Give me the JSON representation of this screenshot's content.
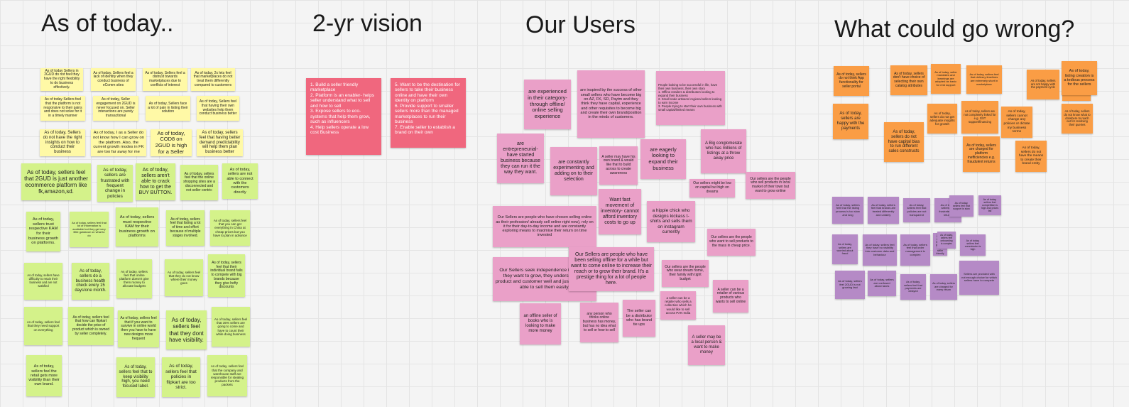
{
  "headers": {
    "today": "As of today..",
    "vision": "2-yr vision",
    "users": "Our Users",
    "wrong": "What could go wrong?"
  },
  "colors": {
    "yellow": "#fff9a6",
    "green": "#d4f28a",
    "red": "#f0677e",
    "pink": "#eaa0c8",
    "orange": "#fa9d45",
    "purple": "#b58ac6"
  },
  "today_notes": [
    "As of today Sellers in 2GUD do not feel they have the right flexibility to do business effectively.",
    "As of today, Sellers feel a lack of identity when they conduct business of eComm sites",
    "As of today, Sellers feel a distrust towards marketplaces due to conflicts of interest",
    "As of today, 2x lets feel that marketplaces do not treat them differently compared to customers",
    "As of today Sellers feel that the platform is not responsive to their pains and does not solve for it in a timely manner",
    "As of today, Seller engagement on 2GUD is never focused on. Seller interactions are purely transactional",
    "As of today, Sellers face a lot of pain in listing their solution",
    "As of today, Sellers feel that having their own websites help them conduct business better",
    "As of today, Sellers do not have the right insights on how to conduct their business",
    "As of today, I as a Seller do not know how I can grow on the platform. Also, the current growth modes in FK are too far away for me",
    "As of today, COD8 on 2GUD is high for a Seller",
    "As of today, sellers feel that having better demand predictability will help them plan business better",
    "As of today, sellers feel that 2GUD is just another ecommerce platform like fk,amazon,sd.",
    "As of today, sellers are frustrated with frequent change in policies",
    "As of today, sellers aren't able to crack how to get the BUY BUTTON.",
    "As of today, sellers feel that the online shopping sites are a disconnected and not seller centric",
    "As of today, sellers are not able to connect with the customers directly",
    "As of today, sellers trust respective KAM for their business growth on platforms.",
    "As of today, sellers feel that lot of information is available but they get very little guidance on what to do",
    "As of today, sellers must respective KAM for their business growth on platforms",
    "As of today, sellers feel that listing a lot of time and effort because of multiple stages involved.",
    "As of today, sellers feel that you can get everything in China at cheap prices but you have to plan in advance",
    "As of today, sellers have difficulty to retain their business and are not satisfied",
    "As of today, sellers do a business health check every 15 days/one month.",
    "As of today, sellers feel that online platform doesn't give them money to allocate budgets",
    "As of today, sellers feel that they do not know where their money goes",
    "As of today, sellers feel that their individual brand fails to compete with big brands because they give hefty discounts",
    "As of today, sellers feel that they need support on everything",
    "As of today, sellers feel that how can flipkart decide the price of product which is owned by seller completely.",
    "As of today, sellers feel that if you want to survive in online world then you have to have new designs more frequent",
    "As of today, sellers feel that they dont have visibility.",
    "As of today, sellers feel that 35% sellers are going to come and have to count their while doing business",
    "As of today, sellers feel the retail gets more visibility than their own brand.",
    "As of today, sellers feel that to keep visibility high, you need focused label.",
    "As of today, sellers feel that policies in flipkart are too strict.",
    "As of today, sellers feel that the company and warehouse staff are responsible for stealing products from the packets"
  ],
  "vision_notes": [
    "1. Build a seller friendly marketplace\n2. Platform is an enabler- helps seller understand what to sell and how to sell\n3. Expose sellers to eco-systems that help them grow, such as influencers\n4. Help sellers operate a low cost Business",
    "5. Want to be the destination for sellers to take their business online and have their own identity on platform\n6. Provide support to smaller sellers more than the managed marketplaces to run their business\n7. Enable seller to establish a brand on their own"
  ],
  "user_notes": [
    "are experienced in their category- through offline/ online selling experience",
    "are inspired by the success of other small sellers who have become big on AZ, FK, SD, Paytm and they think they have capital, experience and other requisites to become big and create their own brand/position in the minds of customers.",
    "People looking to be successful in life, have their own business, their own story\n1. Offline retailers & distributors looking to expand their business\n2. Small scale artisans/ regional sellers looking to earn income\n3. People trying to start their own business with small capital/limited means",
    "are entrepreneurial- have started business because they can run it the way they want.",
    "are constantly experimenting and adding on to their selection",
    "A seller may have his own brand & would like that to build across to create awareness",
    "are eagerly looking to expand their business",
    "A Big conglomerate who has millions of listings at a throw away price",
    "Our sellers might be low on capital but high on dreams",
    "Our sellers are the people who sell products in local market of their town but want to grow online",
    "Our Sellers are people who have chosen selling online as their profession/ already sell online right now), rely on it for their day-to-day income and are constantly exploring means to maximise their return on time invested",
    "Want fast movement of inventory- cannot afford inventory costs to go up",
    "a hippie chick who designs kickass t-shirts and sells them on instagram currently",
    "Our sellers are the people who want to sell products to the mass in cheap price.",
    "Our Sellers seek independence in the way they want to grow, they understand the product and customer well and just want to be able to sell them easily.",
    "Our Sellers are people who have been selling offline for a while but want to come online to increase their reach or to grow their brand. It's a prestige thing for a lot of people here.",
    "Our sellers are the people who wear dream home, their family with tight budget",
    "A seller can be a retailer of various products who wants to sell online",
    "a seller can be a retailer who sells a collection which he would like to sell across PAN India",
    "an offline seller of books who is looking to make more money",
    "any person who thinks online business has money, but has no idea what to sell or how to sell",
    "The seller can be a distributor who has brand tie ups",
    "A seller may be a local person & want to make money"
  ],
  "wrong_notes": [
    "As of today, sellers do not think App functionality for seller portal",
    "As of today, sellers don't have choice of selecting their own catalog attributes",
    "As of today, seller mandates and learnings are adopted as basic for rest support",
    "As of today, sellers feel that delivery timelines are extremely short in marketplace",
    "As of today, sellers are not happy with the payment cycle",
    "As of today, sellers who have to be forced to follow the rules",
    "As of today, listing creation is a tedious process for the sellers",
    "As of today, sellers are happy with the payments",
    "As of today, sellers do not get adequate insights for growth",
    "As of today, sellers are not completely linked for e.g. GST support/financing",
    "As of today, sellers do not know what to do/where to reach out for resolving their queries",
    "As of today, sellers do not have capital bias to run different sales constructs",
    "As of today, sellers cannot change any policies or dictate my business terms",
    "As of today, sellers are charged for platform inefficiencies e.g. fraudulent returns",
    "As of today, sellers do not have the means to create their brand entity",
    "As of today, sellers feel that the listing process is too slow and long",
    "As of today, sellers feel that brands are treated differently and unfairly",
    "As of today, sellers feel that policies are not transparent",
    "As of today, sellers feel frustrated with returns",
    "As of today, sellers feel that support is slow",
    "As of today, sellers feel competition is high and prices fall",
    "As of today, sellers are worried about fraud",
    "As of today, sellers feel they have no visibility into customer data and behaviour",
    "As of today, sellers feel that order management is complex",
    "As of today, sellers feel the platform is not seller friendly",
    "As of today, sellers feel commission is high",
    "As of today, sellers feel onboarding is complex",
    "As of today, sellers feel 2GUD is not growing fast",
    "As of today, sellers are confused about taxes",
    "As of today, sellers feel that payments are delayed",
    "As of today, sellers are charged for every return",
    "Sellers are provided with not enough choice for which sellers have to compete"
  ]
}
